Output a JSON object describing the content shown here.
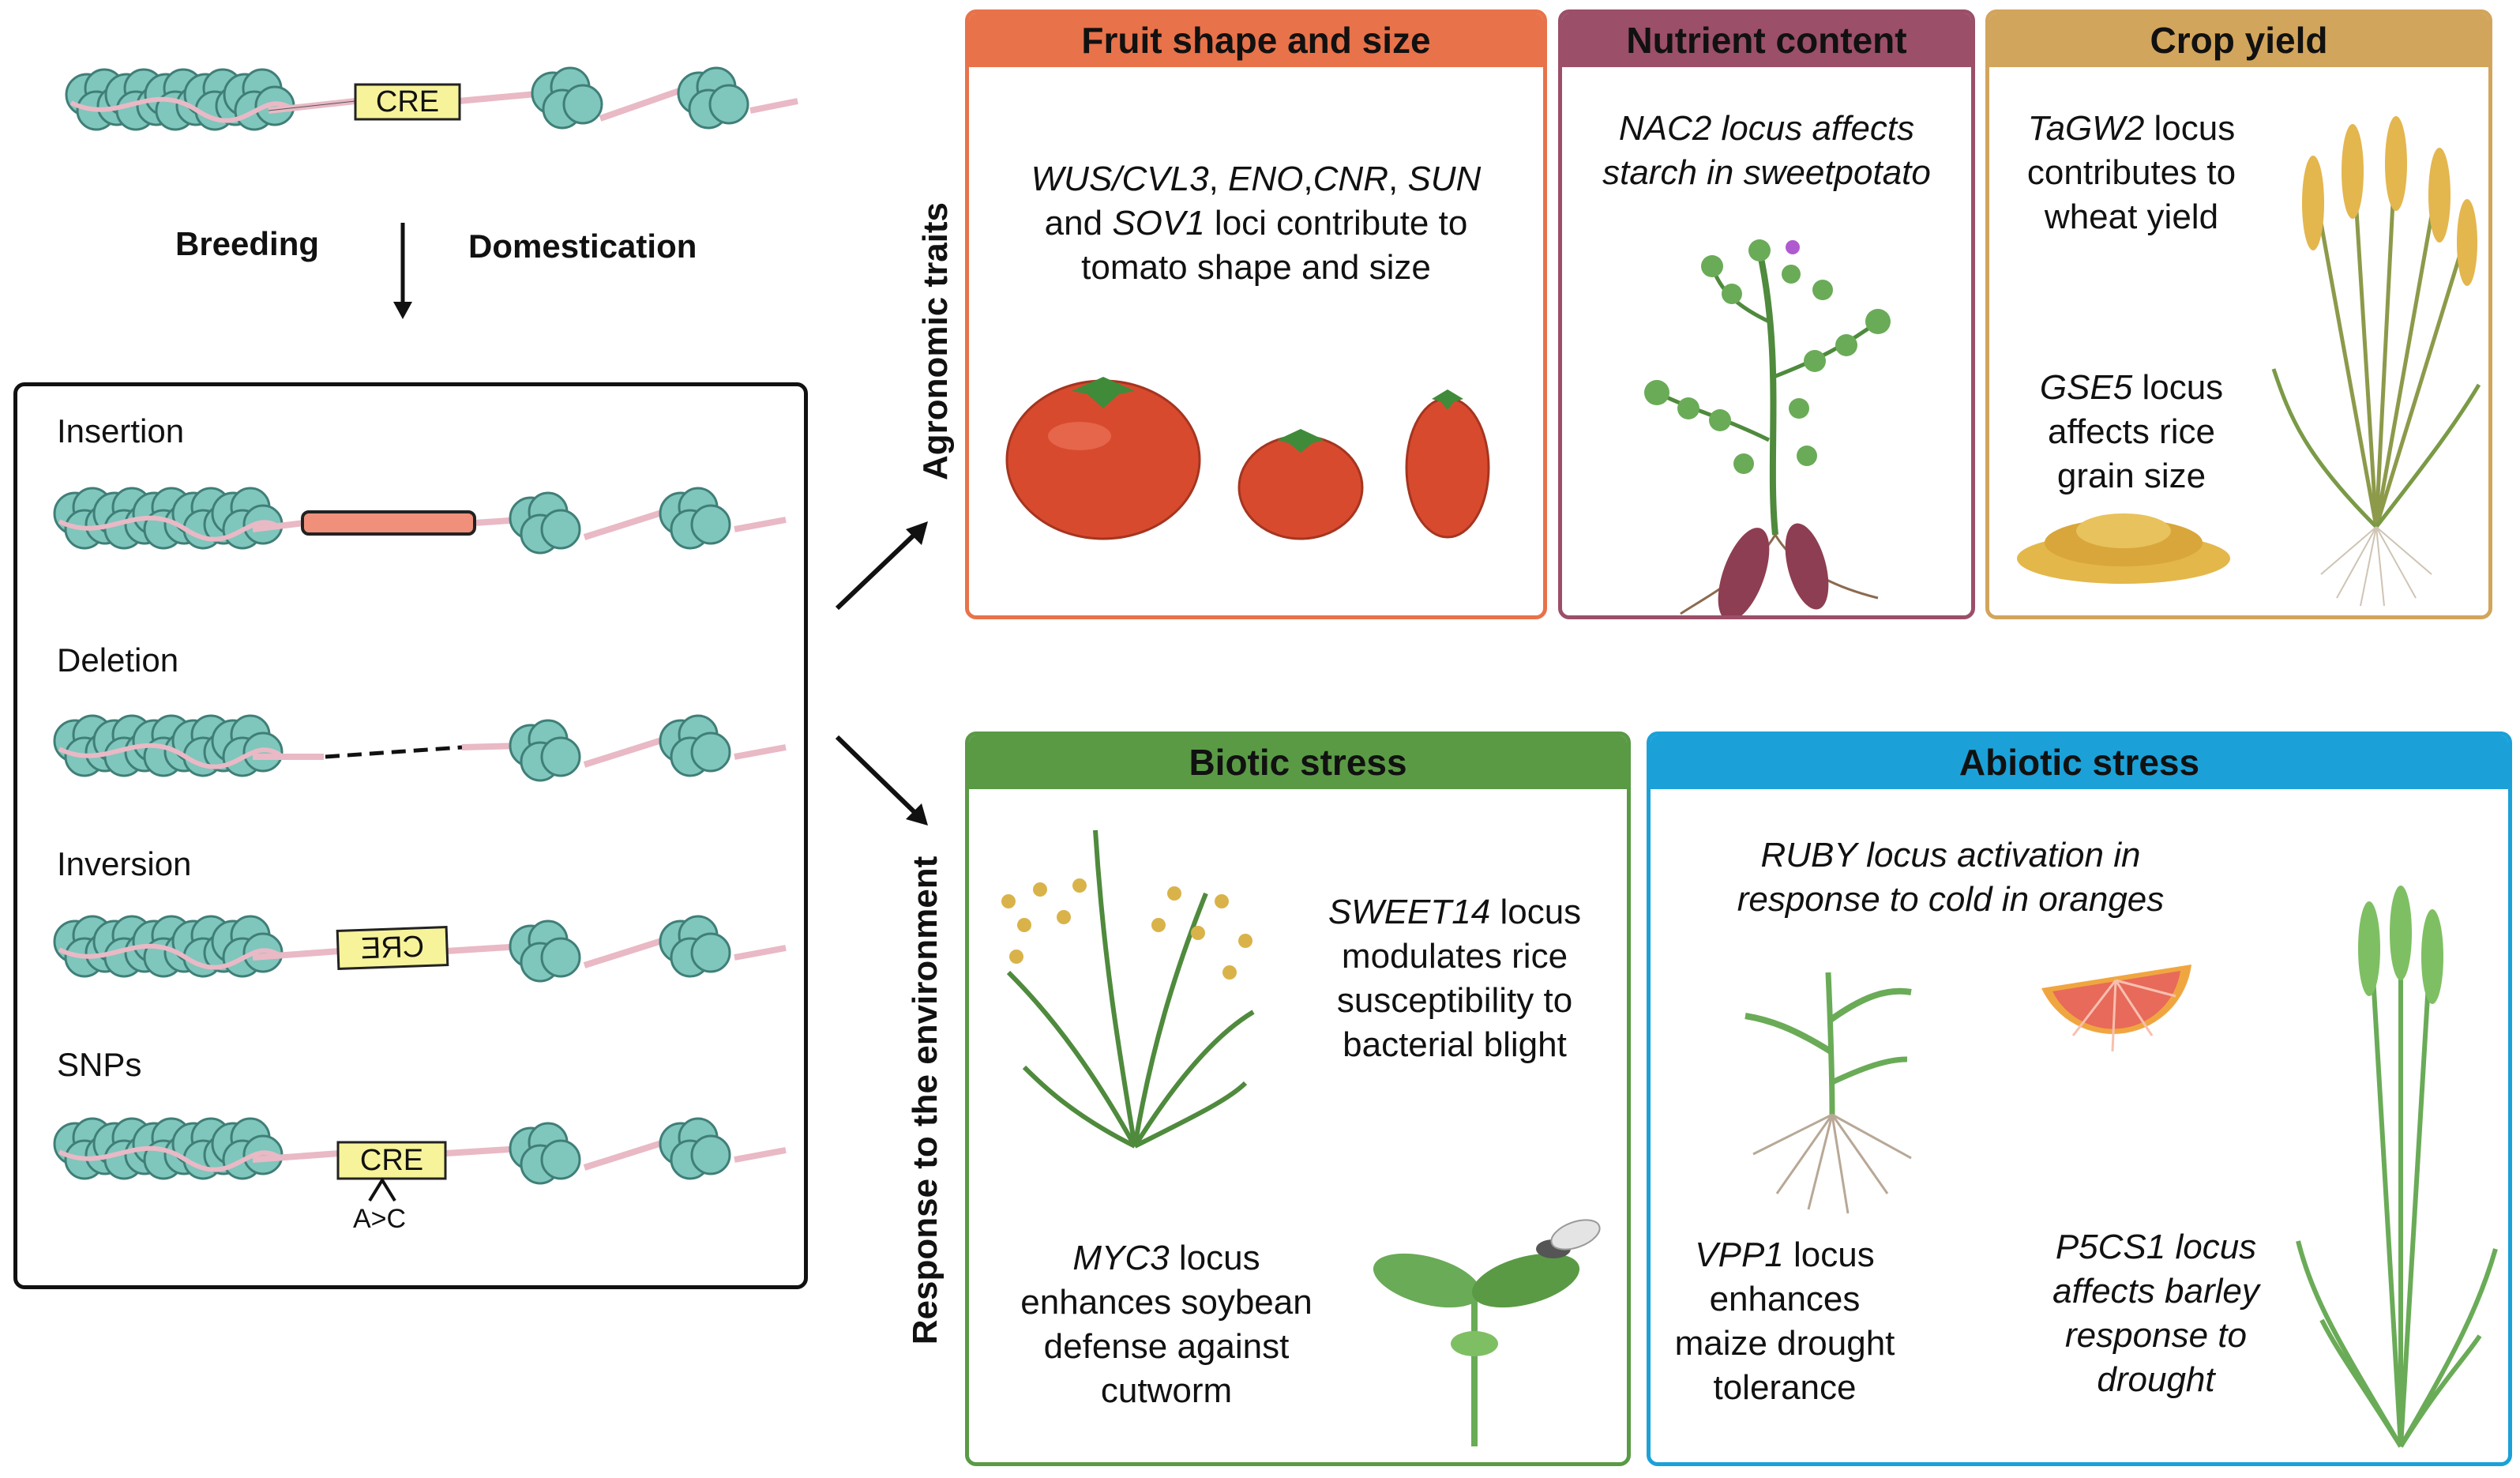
{
  "top": {
    "cre_label": "CRE",
    "breeding": "Breeding",
    "domestication": "Domestication"
  },
  "variants": {
    "insertion": "Insertion",
    "deletion": "Deletion",
    "inversion": "Inversion",
    "snps": "SNPs",
    "cre_label": "CRE",
    "cre_inverted": "CRE",
    "snp_change": "A>C"
  },
  "side_labels": {
    "agronomic": "Agronomic traits",
    "environment": "Response to the environment"
  },
  "colors": {
    "fruit": "#e8724a",
    "nutrient": "#9b4f68",
    "yield": "#d2a55c",
    "biotic": "#5a9a45",
    "abiotic": "#1ba1d8",
    "nucleosome": "#7fc6bd",
    "dna": "#e9b9c5",
    "cre_box": "#f7f39a",
    "insertion_bar": "#f0907a"
  },
  "panels": {
    "fruit": {
      "title": "Fruit shape and size",
      "l1a": "WUS/CVL3",
      "l1b": ", ",
      "l1c": "ENO",
      "l1d": ",",
      "l1e": "CNR",
      "l1f": ", ",
      "l1g": "SUN",
      "l2a": "and ",
      "l2b": "SOV1",
      "l2c": " loci contribute to",
      "l3": "tomato shape and size"
    },
    "nutrient": {
      "title": "Nutrient content",
      "l1": "NAC2 locus affects",
      "l2": "starch in sweetpotato"
    },
    "yield": {
      "title": "Crop yield",
      "a1a": "TaGW2",
      "a1b": " locus",
      "a2": "contributes to",
      "a3": "wheat yield",
      "b1a": "GSE5",
      "b1b": " locus",
      "b2": "affects rice",
      "b3": "grain size"
    },
    "biotic": {
      "title": "Biotic stress",
      "s1a": "SWEET14",
      "s1b": " locus",
      "s2": "modulates rice",
      "s3": "susceptibility to",
      "s4": "bacterial blight",
      "m1a": "MYC3",
      "m1b": " locus",
      "m2": "enhances soybean",
      "m3": "defense against",
      "m4": "cutworm"
    },
    "abiotic": {
      "title": "Abiotic stress",
      "r1": "RUBY locus activation in",
      "r2": "response to cold in oranges",
      "v1a": "VPP1",
      "v1b": " locus",
      "v2": "enhances",
      "v3": "maize drought",
      "v4": "tolerance",
      "p1": "P5CS1 locus",
      "p2": "affects barley",
      "p3": "response to",
      "p4": "drought"
    }
  }
}
